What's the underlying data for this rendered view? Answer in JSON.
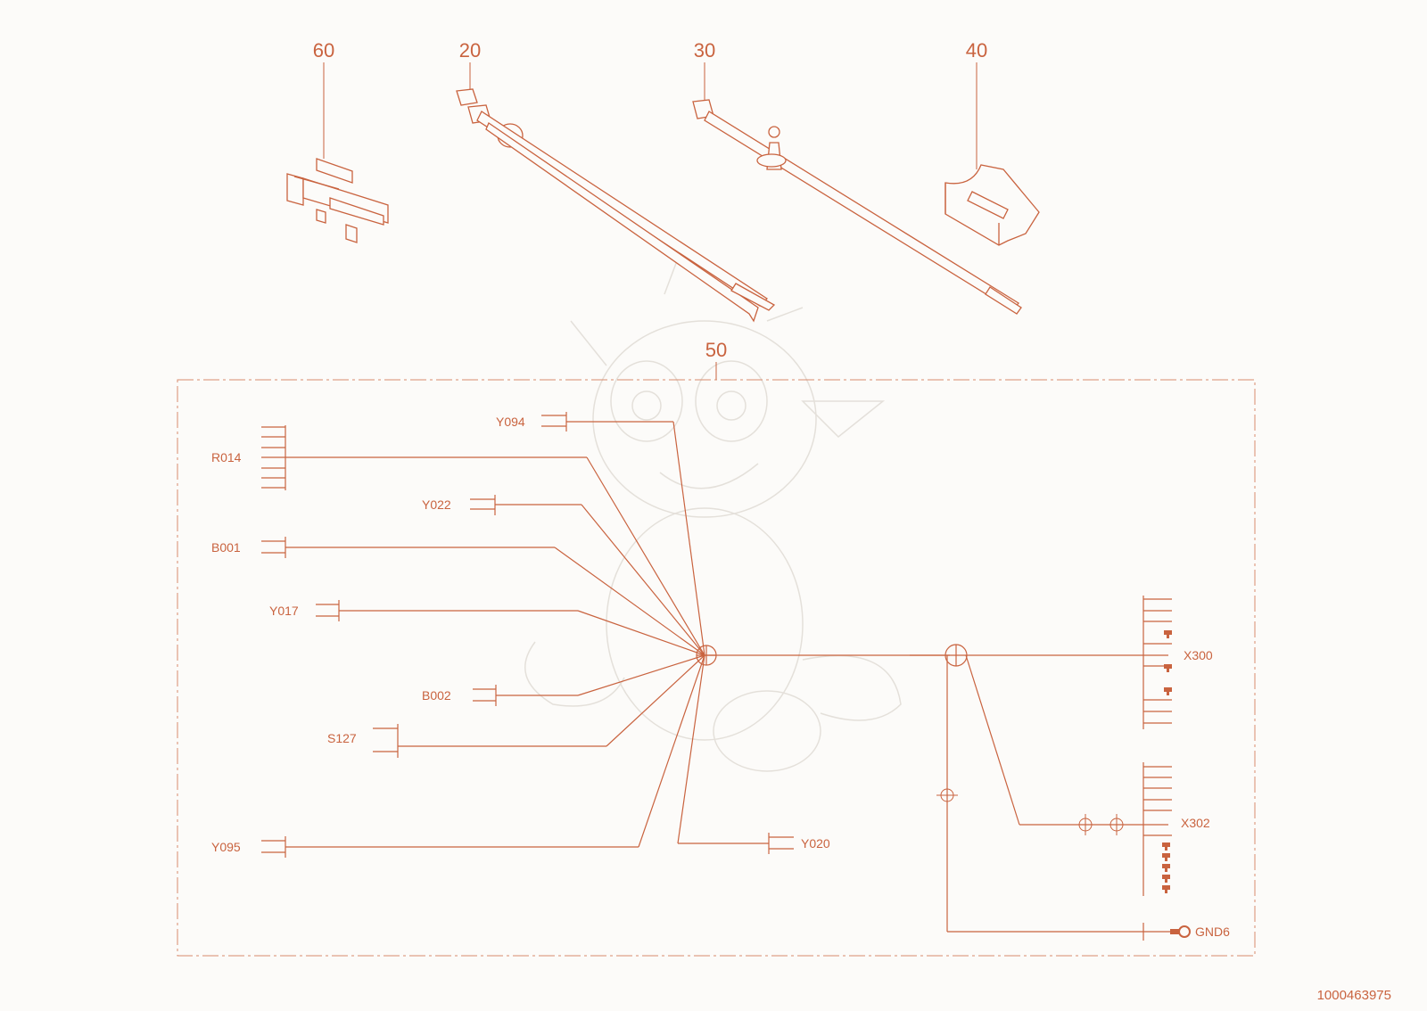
{
  "parts": {
    "p60": "60",
    "p20": "20",
    "p30": "30",
    "p40": "40",
    "p50": "50"
  },
  "connectors": {
    "R014": "R014",
    "Y094": "Y094",
    "Y022": "Y022",
    "B001": "B001",
    "Y017": "Y017",
    "B002": "B002",
    "S127": "S127",
    "Y095": "Y095",
    "Y020": "Y020",
    "X300": "X300",
    "X302": "X302",
    "GND6": "GND6"
  },
  "document": {
    "id": "1000463975"
  },
  "colors": {
    "ink": "#c9633f",
    "paper": "#fcfbf9"
  }
}
